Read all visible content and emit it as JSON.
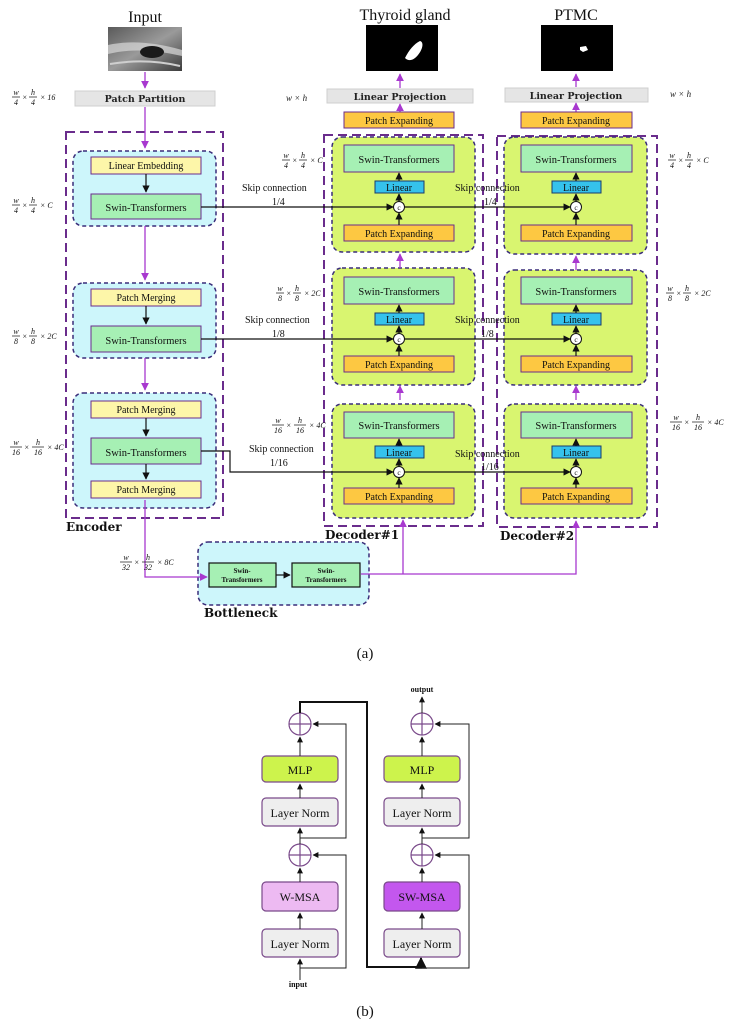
{
  "panel_a": {
    "caption": "(a)",
    "titles": {
      "input": "Input",
      "thyroid": "Thyroid gland",
      "ptmc": "PTMC"
    },
    "patch_partition": "Patch Partition",
    "linear_projection": "Linear Projection",
    "patch_expanding": "Patch Expanding",
    "linear_embedding": "Linear Embedding",
    "swin_transformers": "Swin-Transformers",
    "swin_transformers_split": [
      "Swin-",
      "Transformers"
    ],
    "patch_merging": "Patch Merging",
    "linear": "Linear",
    "concat_symbol": "c",
    "skip_label": "Skip connection",
    "skip_scales": [
      "1/4",
      "1/8",
      "1/16"
    ],
    "section_labels": {
      "encoder": "Encoder",
      "decoder1": "Decoder#1",
      "decoder2": "Decoder#2",
      "bottleneck": "Bottleneck"
    },
    "dims": {
      "d4_16": {
        "w": "w",
        "h": "h",
        "den": "4",
        "tail": "× 16"
      },
      "d4_c": {
        "w": "w",
        "h": "h",
        "den": "4",
        "tail": "× C"
      },
      "d8_2c": {
        "w": "w",
        "h": "h",
        "den": "8",
        "tail": "× 2C"
      },
      "d16_4c": {
        "w": "w",
        "h": "h",
        "den": "16",
        "tail": "× 4C"
      },
      "d32_8c": {
        "w": "w",
        "h": "h",
        "den": "32",
        "tail": "× 8C"
      },
      "wxh": "w × h"
    }
  },
  "panel_b": {
    "caption": "(b)",
    "input_label": "input",
    "output_label": "output",
    "mlp": "MLP",
    "layer_norm": "Layer Norm",
    "w_msa": "W-MSA",
    "sw_msa": "SW-MSA"
  },
  "colors": {
    "encoder_bg": "#cdf6fb",
    "decoder_bg": "#d9f570",
    "swin_green": "#a6f0b4",
    "yellow_box": "#fdf6a9",
    "orange_box": "#fdc842",
    "linear_blue": "#35c2ec",
    "purple_arrow": "#a838cf",
    "panel_border": "#6a2c8c",
    "mlp_green": "#cdf34c",
    "wmsa_pink": "#edbaf2",
    "swmsa_purple": "#c357ee",
    "layernorm_gray": "#eeeeee"
  },
  "icons": {
    "input_image": "ultrasound-image",
    "thyroid_mask": "segmentation-mask",
    "ptmc_mask": "segmentation-mask",
    "sum_node": "plus-circle-icon"
  }
}
